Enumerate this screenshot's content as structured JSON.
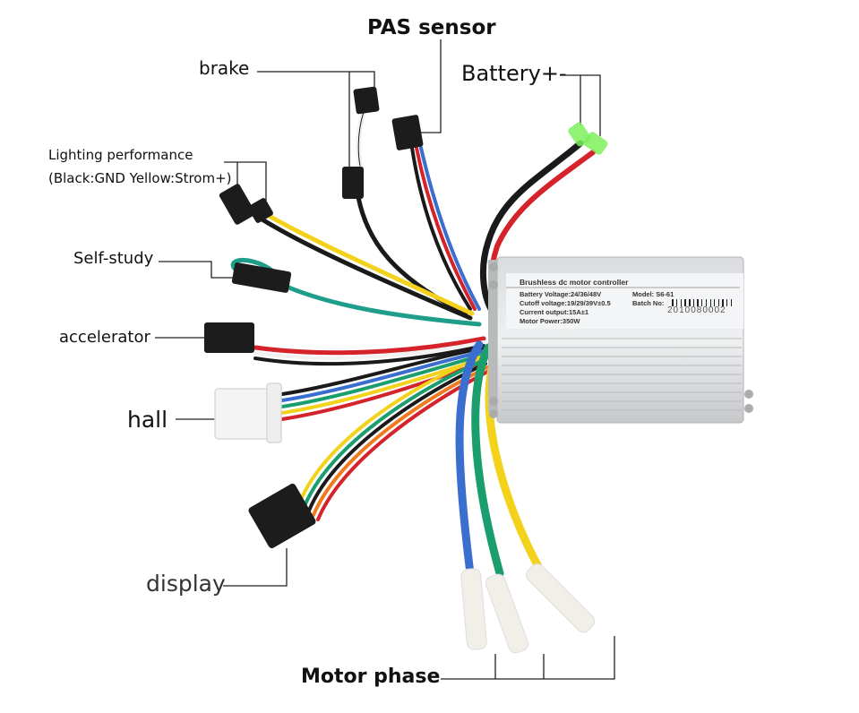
{
  "diagram": {
    "subject": "Brushless DC motor controller wiring",
    "labels": {
      "pas_sensor": "PAS sensor",
      "brake": "brake",
      "battery": "Battery+-",
      "lighting_line1": "Lighting performance",
      "lighting_line2": "(Black:GND Yellow:Strom+)",
      "self_study": "Self-study",
      "accelerator": "accelerator",
      "hall": "hall",
      "display": "display",
      "motor_phase": "Motor phase"
    },
    "controller": {
      "title": "Brushless dc motor controller",
      "battery_voltage": "Battery Voltage:24/36/48V",
      "cutoff_voltage": "Cutoff voltage:19/29/39V±0.5",
      "current_output": "Current output:15A±1",
      "motor_power": "Motor Power:350W",
      "model": "Model:  S6-61",
      "batch_label": "Batch No:",
      "batch_number": "2010080002"
    },
    "wire_colors": {
      "red": "#d4232a",
      "black": "#1a1a1a",
      "yellow": "#f2d21b",
      "green": "#1a9e6e",
      "teal": "#1e9e8a",
      "blue": "#3a6fd0",
      "white": "#f2f2f2",
      "orange": "#f07a1e",
      "connector_green": "#7ef05a"
    }
  }
}
